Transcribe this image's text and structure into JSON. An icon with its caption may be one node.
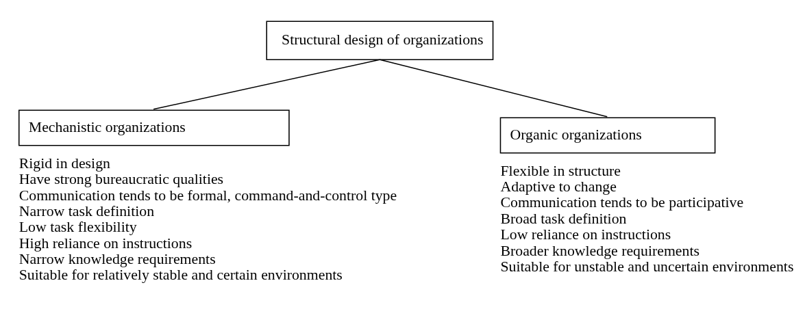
{
  "diagram": {
    "nodes": [
      {
        "text": [
          "Structural design of organizations"
        ]
      },
      {
        "text": [
          "Mechanistic organizations"
        ],
        "beside": [
          "Rigid in design",
          "Have strong bureaucratic qualities",
          "Communication tends to be formal, command-and-control type",
          "Narrow task definition",
          "Low task flexibility",
          "High reliance on instructions",
          "Narrow knowledge requirements",
          "Suitable for relatively stable and certain environments"
        ]
      },
      {
        "text": [
          "Organic organizations"
        ],
        "beside": [
          "Flexible in structure",
          "Adaptive to change",
          "Communication tends to be participative",
          "Broad task definition",
          "Low reliance on instructions",
          "Broader knowledge requirements",
          "Suitable for unstable and uncertain environments"
        ]
      }
    ],
    "edges": [
      {
        "from": 0,
        "to": 1,
        "arrow": "none"
      },
      {
        "from": 0,
        "to": 2,
        "arrow": "none"
      }
    ]
  }
}
